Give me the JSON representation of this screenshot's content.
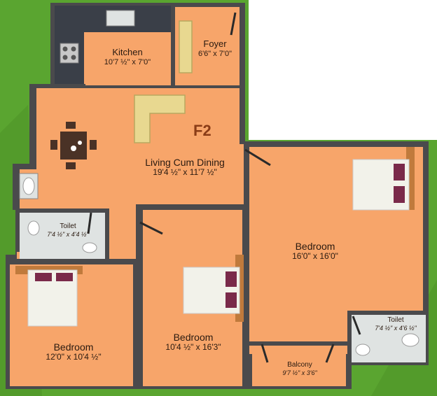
{
  "plan": {
    "unit": "F2",
    "colors": {
      "floor": "#f7a56a",
      "wall": "#4a4a4c",
      "lawn": "#5aa530",
      "counter": "#3a3f48",
      "wetarea": "#dfe3e2",
      "bed_frame": "#c07a3c",
      "pillow": "#7a2a4a",
      "sofa": "#e8d890",
      "table": "#4a3226",
      "door": "#2a2a2a"
    },
    "rooms": [
      {
        "id": "kitchen",
        "name": "Kitchen",
        "dims": "10'7 ½\" x 7'0\""
      },
      {
        "id": "foyer",
        "name": "Foyer",
        "dims": "6'6\" x 7'0\""
      },
      {
        "id": "living",
        "name": "Living Cum Dining",
        "dims": "19'4 ½\" x 11'7 ½\""
      },
      {
        "id": "toilet1",
        "name": "Toilet",
        "dims": "7'4 ½\" x 4'4 ½\""
      },
      {
        "id": "bed-master",
        "name": "Bedroom",
        "dims": "16'0\" x 16'0\""
      },
      {
        "id": "bed-left",
        "name": "Bedroom",
        "dims": "12'0\" x 10'4 ½\""
      },
      {
        "id": "bed-middle",
        "name": "Bedroom",
        "dims": "10'4 ½\" x 16'3\""
      },
      {
        "id": "toilet2",
        "name": "Toilet",
        "dims": "7'4 ½\" x 4'6 ½\""
      },
      {
        "id": "balcony",
        "name": "Balcony",
        "dims": "9'7 ½\" x 3'6\""
      }
    ]
  }
}
